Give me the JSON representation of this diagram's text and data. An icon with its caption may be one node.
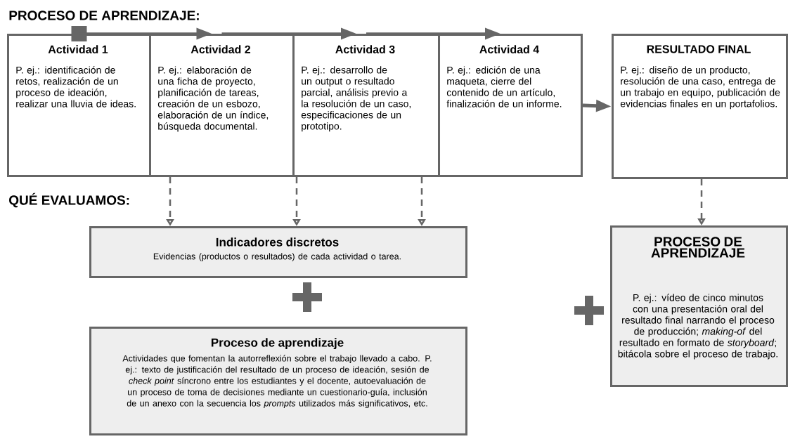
{
  "diagram": {
    "title": "PROCESO DE APRENDIZAJE:",
    "nodes": [
      {
        "text": [
          "Actividad 1",
          "P. ej.: identificación de retos, realización de un proceso de ideación, realizar una lluvia de ideas."
        ]
      },
      {
        "text": [
          "Actividad 2",
          "P. ej.: elaboración de una ficha de proyecto, planificación de tareas, creación de un esbozo, elaboración de un índice, búsqueda documental."
        ]
      },
      {
        "text": [
          "Actividad 3",
          "P. ej.: desarrollo de un output o resultado parcial, análisis previo a la resolución de un caso, especificaciones de un prototipo."
        ]
      },
      {
        "text": [
          "Actividad 4",
          "P. ej.: edición de una maqueta, cierre del contenido de un artículo, finalización de un informe."
        ]
      },
      {
        "text": [
          "RESULTADO FINAL",
          "P. ej.: diseño de un producto, resolución de una caso, entrega de un trabajo en equipo, publicación de evidencias finales en un portafolios."
        ]
      },
      {
        "text": [
          "Indicadores discretos",
          "Evidencias (productos o resultados) de cada actividad o tarea."
        ]
      },
      {
        "text": [
          "Proceso de aprendizaje",
          "Actividades que fomentan la autorreflexión sobre el trabajo llevado a cabo. P. ej.: texto de justificación del resultado de un proceso de ideación, sesión de *check point* síncrono entre los estudiantes y el docente, autoevaluación de un proceso de toma de decisiones mediante un cuestionario-guía, inclusión de un anexo con la secuencia los *prompts* utilizados más significativos, etc."
        ]
      },
      {
        "text": [
          "PROCESO DE APRENDIZAJE",
          "P. ej.: vídeo de cinco minutos con una presentación oral del resultado final narrando el proceso de producción; *making-of* del resultado en formato de *storyboard*; bitácola sobre el proceso de trabajo."
        ]
      }
    ],
    "edges": [
      {
        "from": 0,
        "to": 1,
        "arrow": "to"
      },
      {
        "from": 1,
        "to": 2,
        "arrow": "to"
      },
      {
        "from": 2,
        "to": 3,
        "arrow": "to"
      },
      {
        "from": 3,
        "to": 4,
        "arrow": "to",
        "style": "thick"
      },
      {
        "from": 1,
        "to": 5,
        "arrow": "to",
        "style": "dashed"
      },
      {
        "from": 2,
        "to": 5,
        "arrow": "to",
        "style": "dashed"
      },
      {
        "from": 2,
        "to": 5,
        "arrow": "to",
        "style": "dashed"
      },
      {
        "from": 4,
        "to": 7,
        "arrow": "to",
        "style": "dashed"
      }
    ],
    "labels": [
      "QUÉ EVALUAMOS:"
    ]
  }
}
